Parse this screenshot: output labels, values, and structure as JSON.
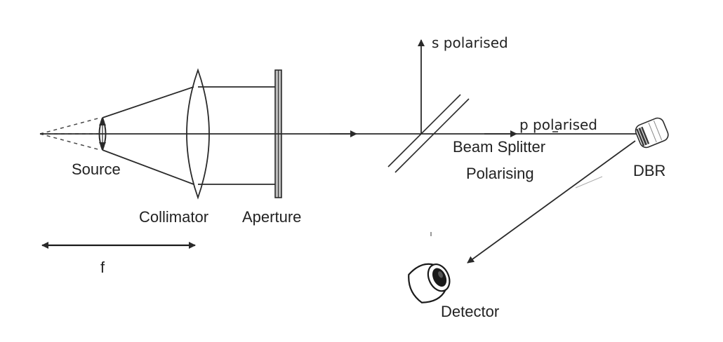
{
  "labels": {
    "source": "Source",
    "collimator": "Collimator",
    "aperture": "Aperture",
    "focal_length": "f",
    "s_polarised": "s polarised",
    "p_polarised": "p polarised",
    "beam_splitter_line1": "Beam Splitter",
    "beam_splitter_line2": "Polarising",
    "dbr": "DBR",
    "detector": "Detector"
  },
  "colors": {
    "stroke": "#2a2a2a",
    "text": "#222222",
    "fill_dark": "#1a1a1a",
    "fill_grey": "#bdbdbd"
  }
}
